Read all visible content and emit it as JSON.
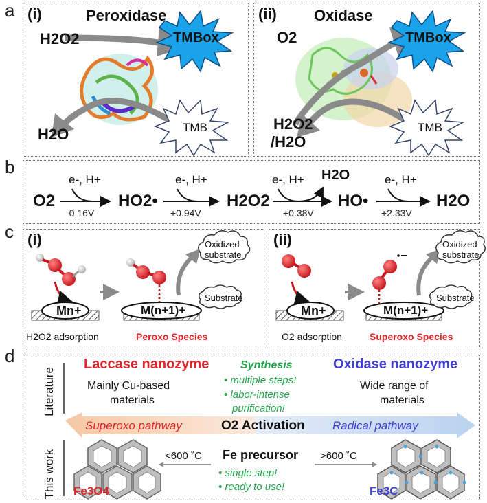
{
  "panel_labels": {
    "a": "a",
    "b": "b",
    "c": "c",
    "d": "d"
  },
  "panel_a": {
    "i": {
      "roman": "(i)",
      "title": "Peroxidase",
      "left_top": "H2O2",
      "left_bottom": "H2O",
      "product": "TMBox",
      "substrate": "TMB"
    },
    "ii": {
      "roman": "(ii)",
      "title": "Oxidase",
      "left_top": "O2",
      "left_bottom_1": "H2O2",
      "left_bottom_2": "/H2O",
      "product": "TMBox",
      "substrate": "TMB"
    }
  },
  "panel_b": {
    "species": [
      "O2",
      "HO2•",
      "H2O2",
      "HO•",
      "H2O"
    ],
    "eh_labels": [
      "e-, H+",
      "e-, H+",
      "e-, H+",
      "e-, H+"
    ],
    "side_product": "H2O",
    "potentials": [
      "-0.16V",
      "+0.94V",
      "+0.38V",
      "+2.33V"
    ]
  },
  "panel_c": {
    "i": {
      "roman": "(i)",
      "metal1": "Mn+",
      "metal2": "M(n+1)+",
      "oxidized_1": "Oxidized",
      "oxidized_2": "substrate",
      "substrate": "Substrate",
      "adsorption": "H2O2 adsorption",
      "species": "Peroxo Species"
    },
    "ii": {
      "roman": "(ii)",
      "metal1": "Mn+",
      "metal2": "M(n+1)+",
      "oxidized_1": "Oxidized",
      "oxidized_2": "substrate",
      "substrate": "Substrate",
      "adsorption": "O2 adsorption",
      "species": "Superoxo Species"
    }
  },
  "panel_d": {
    "row_literature": "Literature",
    "row_this_work": "This work",
    "laccase_title": "Laccase nanozyme",
    "laccase_desc_1": "Mainly Cu-based",
    "laccase_desc_2": "materials",
    "synthesis_title": "Synthesis",
    "synthesis_b1": "• multiple steps!",
    "synthesis_b2": "• labor-intense",
    "synthesis_b3": "purification!",
    "oxidase_title": "Oxidase nanozyme",
    "oxidase_desc_1": "Wide range of",
    "oxidase_desc_2": "materials",
    "superoxo": "Superoxo pathway",
    "activation": "O2 Activation",
    "radical": "Radical pathway",
    "lt600": "<600 ˚C",
    "gt600": ">600 ˚C",
    "precursor": "Fe precursor",
    "work_b1": "• single step!",
    "work_b2": "• ready to use!",
    "fe3o4": "Fe3O4",
    "fe3c": "Fe3C"
  },
  "colors": {
    "red": "#e0262a",
    "blue": "#3f3fd6",
    "green": "#22a44a",
    "tmbox": "#1aa3e8",
    "arrow": "#8a8a8a"
  }
}
